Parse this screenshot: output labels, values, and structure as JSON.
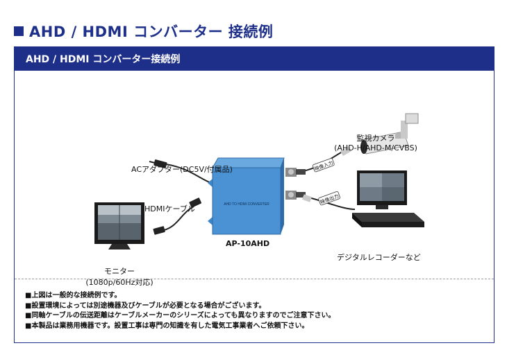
{
  "heading": {
    "title": "AHD / HDMI コンバーター 接続例"
  },
  "panel": {
    "header": "AHD / HDMI コンバーター接続例"
  },
  "diagram": {
    "ac_adapter_label": "ACアダプター(DC5V/付属品)",
    "hdmi_cable_label": "HDMIケーブル",
    "monitor_label": [
      "モニター",
      "(1080p/60Hz対応)"
    ],
    "camera_label": [
      "監視カメラ",
      "(AHD-H/AHD-M/CVBS)"
    ],
    "recorder_label": "デジタルレコーダーなど",
    "device_model": "AP-10AHD",
    "device_face_text": "AHD TO HDMI CONVERTER",
    "video_input_tag": "映像入力",
    "video_output_tag": "映像出力"
  },
  "notes": [
    "■上図は一般的な接続例です。",
    "■設置環境によっては別途機器及びケーブルが必要となる場合がございます。",
    "■同軸ケーブルの伝送距離はケーブルメーカーのシリーズによっても異なりますのでご注意下さい。",
    "■本製品は業務用機器です。設置工事は専門の知識を有した電気工事業者へご依頼下さい。"
  ],
  "colors": {
    "brand": "#1e2f8a",
    "device": "#3f86c9"
  }
}
